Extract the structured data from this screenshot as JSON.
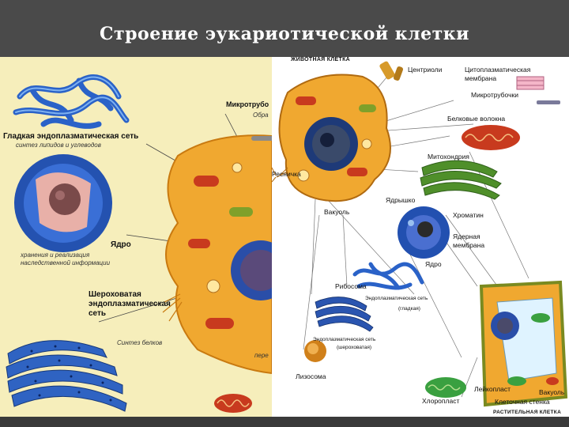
{
  "slide": {
    "title": "Строение эукариотической клетки"
  },
  "left_panel": {
    "smooth_er": {
      "name": "Гладкая эндоплазматическая сеть",
      "function": "синтез липидов и углеводов"
    },
    "nucleus": {
      "name": "Ядро",
      "function_line1": "хранения и реализация",
      "function_line2": "наследственной информации"
    },
    "rough_er": {
      "name_line1": "Шероховатая",
      "name_line2": "эндоплазматическая",
      "name_line3": "сеть",
      "function": "Синтез белков"
    },
    "microtubules_partial": "Микротрубо",
    "microtubules_function_partial": "Обра",
    "bottom_partial": "пере"
  },
  "right_panel": {
    "animal_cell_caption": "ЖИВОТНАЯ КЛЕТКА",
    "plant_cell_caption": "РАСТИТЕЛЬНАЯ КЛЕТКА",
    "labels": {
      "centrioles": "Центриоли",
      "membrane_line1": "Цитоплазматическая",
      "membrane_line2": "мембрана",
      "microtubules": "Микротрубочки",
      "protein_fibers": "Белковые волокна",
      "mitochondria": "Митохондрия",
      "cilium": "Ресничка",
      "nucleolus": "Ядрышко",
      "vacuole": "Вакуоль",
      "chromatin": "Хроматин",
      "nuclear_membrane_line1": "Ядерная",
      "nuclear_membrane_line2": "мембрана",
      "nucleus": "Ядро",
      "ribosome": "Рибосома",
      "smooth_er_line1": "Эндоплазматическая сеть",
      "smooth_er_line2": "(гладкая)",
      "rough_er_line1": "Эндоплазматическая сеть",
      "rough_er_line2": "(шероховатая)",
      "lysosome": "Лизосома",
      "leucoplast": "Лейкопласт",
      "vacuole_plant": "Вакуоль",
      "chloroplast": "Хлоропласт",
      "cell_wall": "Клеточная стенка"
    }
  },
  "colors": {
    "background": "#4a4a4a",
    "left_panel": "#f6eebb",
    "cytoplasm": "#f0a830",
    "organelle_blue": "#2f6fd0",
    "mitochondria_red": "#c83a1e",
    "chloroplast_green": "#3aa040"
  }
}
